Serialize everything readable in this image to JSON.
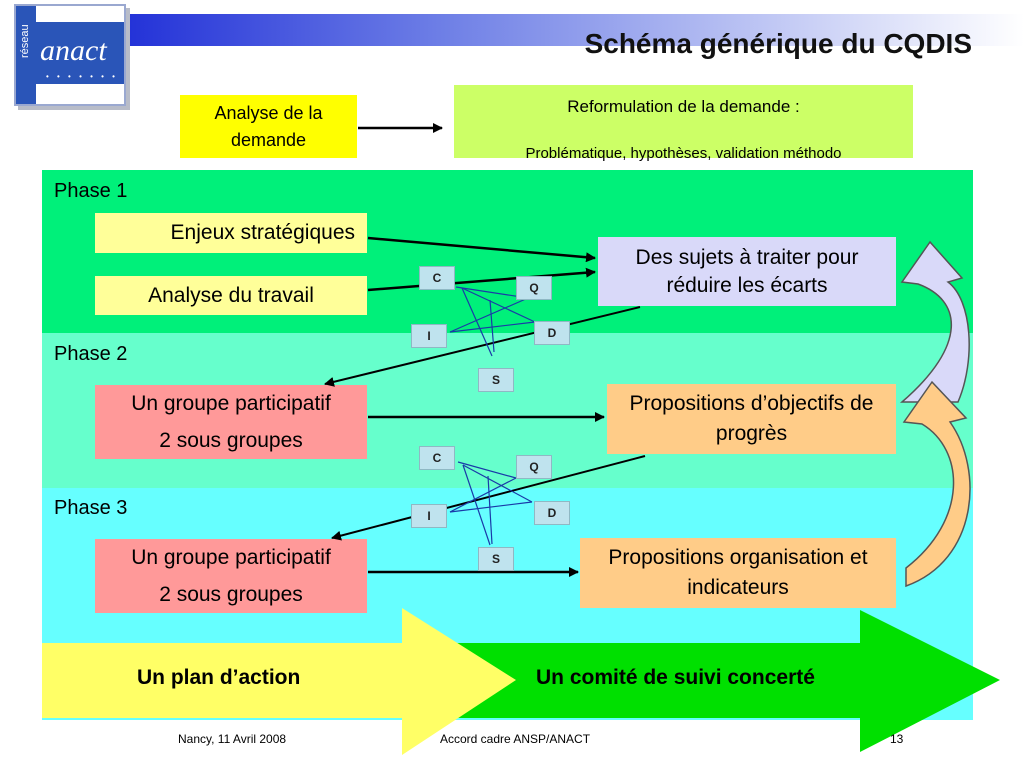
{
  "logo": {
    "text": "anact",
    "vertical": "réseau"
  },
  "title": "Schéma générique du CQDIS",
  "top": {
    "analyse": "Analyse de la demande",
    "reformulation_title": "Reformulation de la demande :",
    "reformulation_sub": "Problématique, hypothèses, validation méthodo"
  },
  "phases": {
    "p1": "Phase 1",
    "p2": "Phase 2",
    "p3": "Phase 3"
  },
  "phase1": {
    "enjeux": "Enjeux stratégiques",
    "analyse_travail": "Analyse du travail",
    "sujets": "Des sujets à traiter pour réduire les écarts"
  },
  "phase2": {
    "groupe": "Un groupe participatif",
    "sous_groupes": "2 sous groupes",
    "propositions": "Propositions d’objectifs de progrès"
  },
  "phase3": {
    "groupe": "Un groupe participatif",
    "sous_groupes": "2 sous groupes",
    "propositions": "Propositions organisation et indicateurs"
  },
  "cqdis": {
    "c": "C",
    "q": "Q",
    "d": "D",
    "i": "I",
    "s": "S"
  },
  "bottom": {
    "plan": "Un plan d’action",
    "comite": "Un comité de suivi concerté"
  },
  "footer": {
    "left": "Nancy, 11 Avril 2008",
    "center": "Accord cadre ANSP/ANACT",
    "page": "13"
  },
  "colors": {
    "phase1_bg": "#00f07a",
    "phase2_bg": "#66ffcc",
    "phase3_bg": "#66ffff",
    "yellow": "#ffff00",
    "light_yellow": "#ffff99",
    "light_green": "#ccff66",
    "lavender": "#d9d9f9",
    "peach": "#ffcc88",
    "pink": "#ff9999",
    "green_arrow": "#00e000",
    "yellow_arrow": "#ffff66"
  }
}
